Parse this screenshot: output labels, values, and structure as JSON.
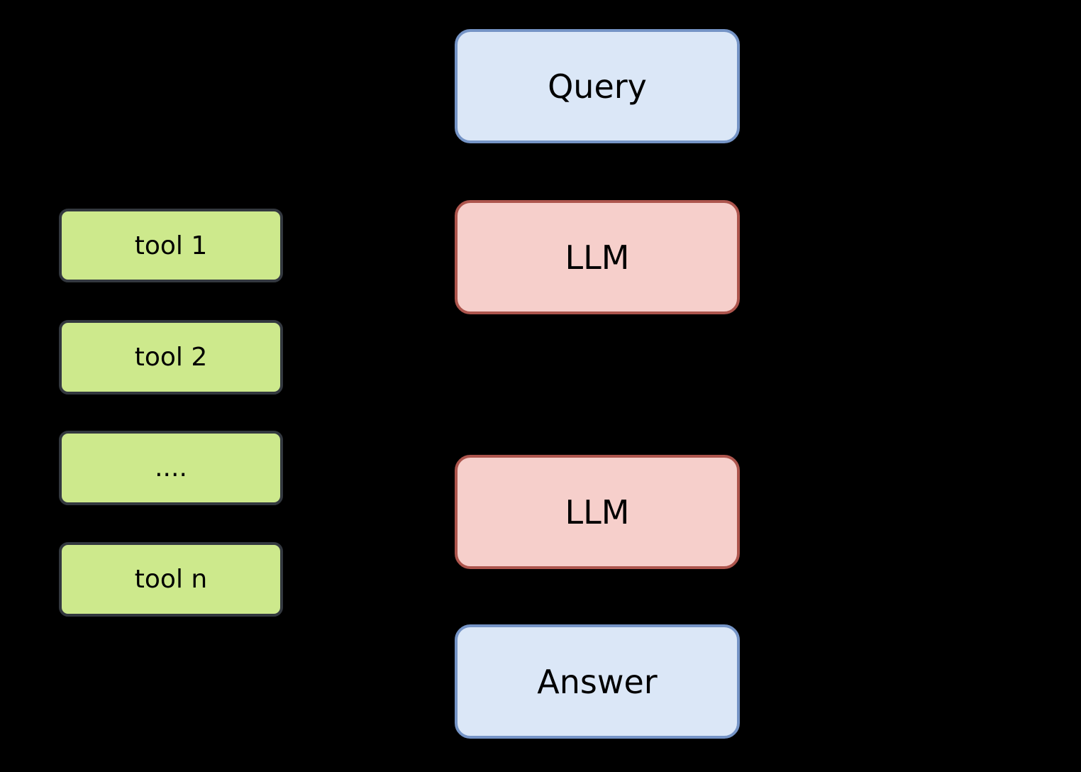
{
  "canvas": {
    "background_color": "#000000"
  },
  "colors": {
    "flow_blue_fill": "#dbe7f7",
    "flow_blue_border": "#7594c6",
    "flow_pink_fill": "#f6cfcb",
    "flow_pink_border": "#ad554d",
    "tool_green_fill": "#cde98c",
    "tool_border": "#33383f",
    "text_color": "#000000"
  },
  "nodes": {
    "query": {
      "label": "Query"
    },
    "llm_top": {
      "label": "LLM"
    },
    "llm_bottom": {
      "label": "LLM"
    },
    "answer": {
      "label": "Answer"
    },
    "tool_1": {
      "label": "tool 1"
    },
    "tool_2": {
      "label": "tool 2"
    },
    "tool_dots": {
      "label": "...."
    },
    "tool_n": {
      "label": "tool n"
    }
  }
}
